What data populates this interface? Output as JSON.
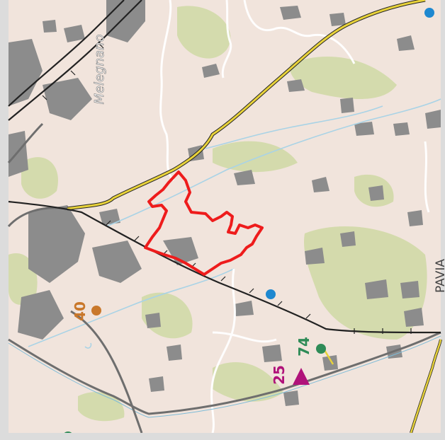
{
  "map": {
    "town_label": "Melegnano",
    "region_label": "PAVIA",
    "markers": [
      {
        "id": "marker-40",
        "label": "40",
        "color": "#c9782b",
        "shape": "circle"
      },
      {
        "id": "marker-74",
        "label": "74",
        "color": "#2e8b57",
        "shape": "circle"
      },
      {
        "id": "marker-25",
        "label": "25",
        "color": "#b0127a",
        "shape": "triangle"
      }
    ],
    "colors": {
      "background": "#f1e4dc",
      "frame": "#dcdcdc",
      "urban": "#8c8c8c",
      "woodland": "#cfd9a4",
      "highway": "#e8d23a",
      "railway": "#222222",
      "boundary": "#ffffff",
      "water": "#a9d3e6",
      "selected_area": "#ee1c1c",
      "poi_blue": "#1e88d0"
    }
  }
}
